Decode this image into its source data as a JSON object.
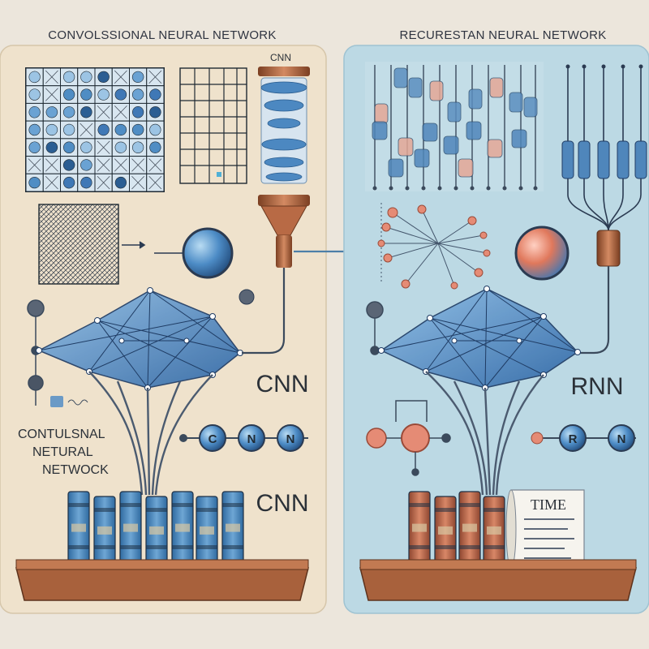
{
  "left_panel": {
    "header": "CONVOLSSIONAL NEURAL NETWORK",
    "filter_label": "CNN",
    "side_label": "CNN",
    "caption_lines": [
      "CONTULSNAL",
      "NETURAL",
      "NETWOCK"
    ],
    "bead_letters": [
      "C",
      "N",
      "N"
    ],
    "bottom_label": "CNN"
  },
  "right_panel": {
    "header": "RECURESTAN NEURAL NETWORK",
    "side_label": "RNN",
    "bead_letters": [
      "R",
      "N"
    ],
    "scroll_label": "TIME"
  },
  "colors": {
    "left_bg": "#efe2cc",
    "right_bg": "#bcd9e4",
    "network_blue": "#3f78b6",
    "wire": "#3b4a5c",
    "copper": "#b8674a",
    "tray": "#9c5a37"
  }
}
